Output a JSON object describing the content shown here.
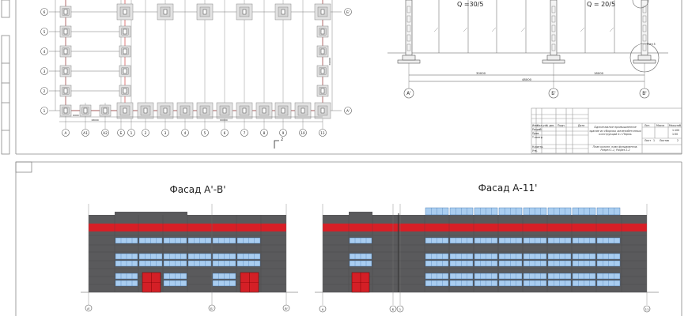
{
  "plan": {
    "row_axes": [
      "6",
      "5",
      "4",
      "3",
      "2",
      "1"
    ],
    "col_axes": [
      "А",
      "А1",
      "А2",
      "Б",
      "1",
      "2",
      "3",
      "4",
      "5",
      "6",
      "7",
      "8",
      "9",
      "10",
      "11"
    ],
    "right_axes": [
      "Б'",
      "А'"
    ],
    "section_mark": "2",
    "dims": [
      "6000",
      "18000",
      "60000",
      "6000",
      "36000"
    ]
  },
  "section": {
    "crane_left": "Q =30/5",
    "crane_right": "Q = 20/5",
    "axes": [
      "А'",
      "Б'",
      "В'"
    ],
    "span_left": "30000",
    "span_right": "18000",
    "span_total": "48000",
    "node_label": "Узел 5"
  },
  "title_block": {
    "project": "Одноэтажное промышленное здание из сборных железобетонных конструкций в г.Пермь",
    "sheet": "План колонн, план фундаментов. Разрез 1-1, Разрез 2-2",
    "headers": [
      "Изм.",
      "Кол.уч",
      "Лист",
      "№ док.",
      "Подп.",
      "Дата"
    ],
    "roles": [
      "Разраб.",
      "Пров.",
      "Т.контр.",
      "Н.контр.",
      "Утв."
    ],
    "stage_headers": [
      "Лит.",
      "Масса",
      "Масштаб"
    ],
    "scale": [
      "1:100",
      "1:50"
    ],
    "sheet_label": "Лист",
    "sheet_num": "1",
    "sheets_label": "Листов",
    "sheets_num": "2"
  },
  "facade_left": {
    "title": "Фасад А'-В'",
    "axes": [
      "А'",
      "Б'",
      "В'"
    ]
  },
  "facade_right": {
    "title": "Фасад А-11'",
    "axes": [
      "А",
      "Б",
      "1",
      "11"
    ]
  },
  "colors": {
    "wall": "#5a5a5c",
    "band": "#d71f26",
    "window": "#a9cdf0",
    "door": "#d41f26",
    "line": "#555555"
  }
}
